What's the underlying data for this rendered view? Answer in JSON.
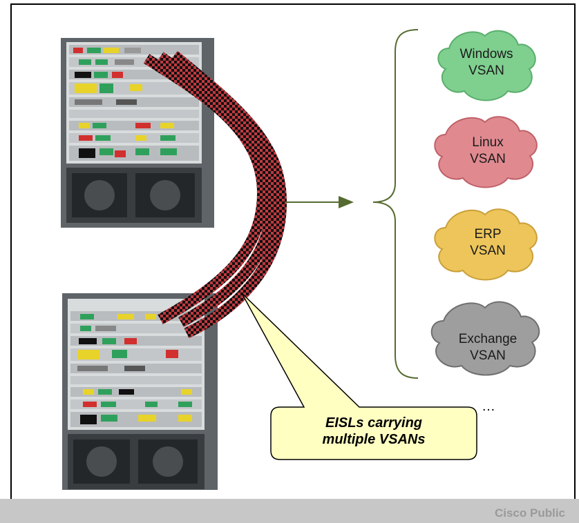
{
  "title": "",
  "clouds": [
    {
      "line1": "Windows",
      "line2": "VSAN",
      "color": "#7fcf8f",
      "edge": "#5aae6c"
    },
    {
      "line1": "Linux",
      "line2": "VSAN",
      "color": "#e08a90",
      "edge": "#c06068"
    },
    {
      "line1": "ERP",
      "line2": "VSAN",
      "color": "#edc55a",
      "edge": "#c9a03a"
    },
    {
      "line1": "Exchange",
      "line2": "VSAN",
      "color": "#9e9e9e",
      "edge": "#6f6f6f"
    }
  ],
  "ellipsis": "…",
  "callout": {
    "line1": "EISLs carrying",
    "line2": "multiple VSANs",
    "fill": "#ffffc2"
  },
  "footer": {
    "text": "Cisco Public"
  },
  "link_colors": {
    "primary": "#b3303a",
    "secondary": "#111111"
  }
}
